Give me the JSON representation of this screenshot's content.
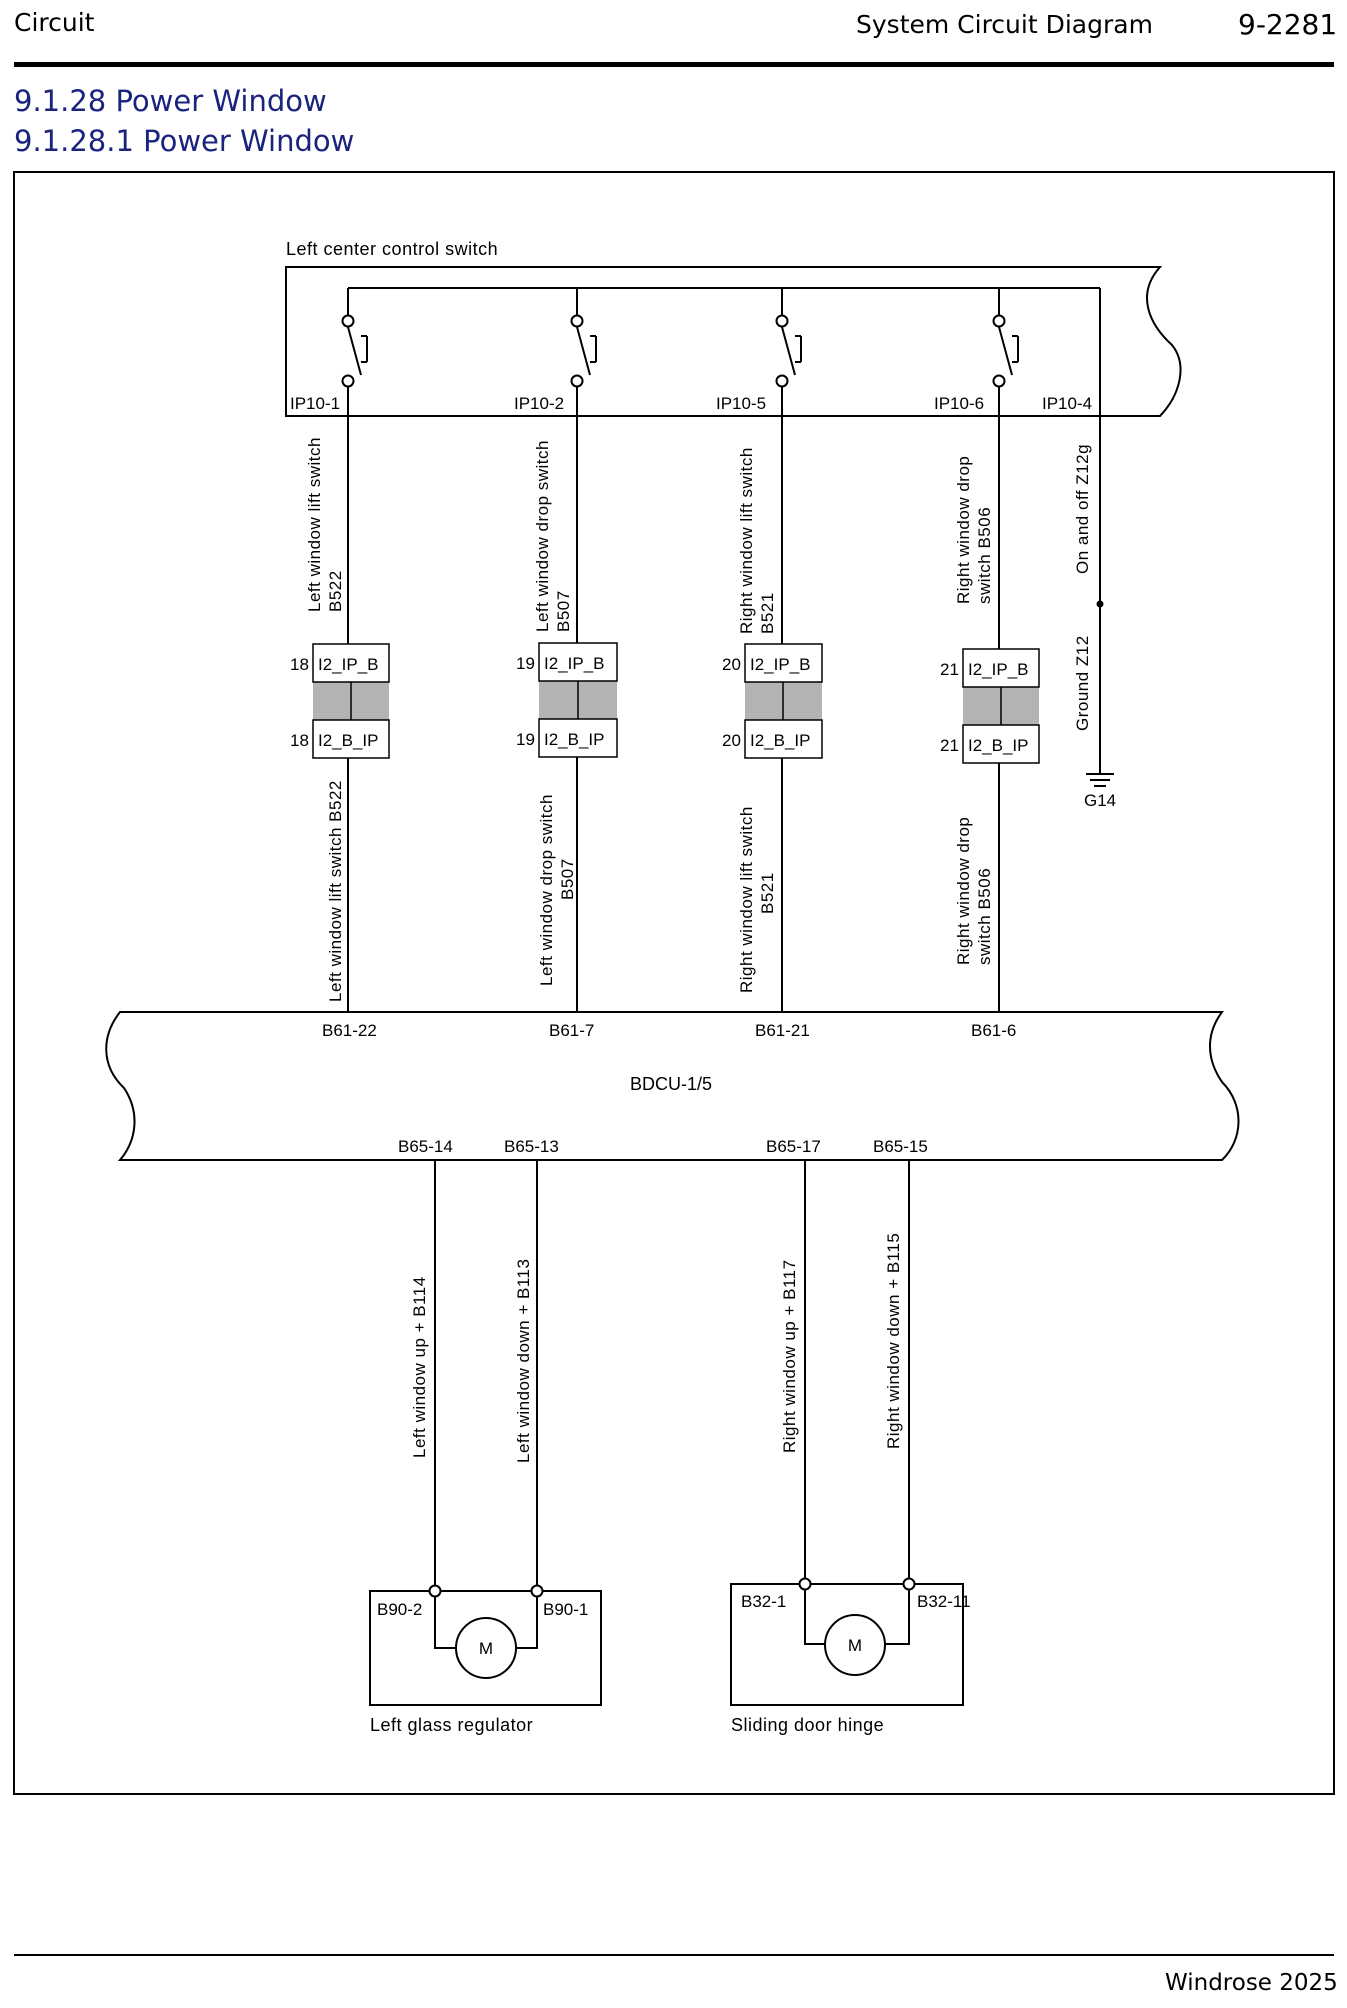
{
  "header": {
    "left": "Circuit",
    "center": "System Circuit Diagram",
    "page_number": "9-2281"
  },
  "sections": {
    "heading1": "9.1.28 Power Window",
    "heading2": "9.1.28.1 Power Window"
  },
  "switch_block": {
    "title": "Left center control switch",
    "pins": [
      "IP10-1",
      "IP10-2",
      "IP10-5",
      "IP10-6",
      "IP10-4"
    ]
  },
  "wires_upper": {
    "w1": [
      "Left window lift switch",
      "B522"
    ],
    "w2": [
      "Left window drop switch",
      "B507"
    ],
    "w3": [
      "Right window lift switch",
      "B521"
    ],
    "w4": [
      "Right window drop",
      "switch B506"
    ],
    "w5": "On and off Z12g",
    "w6": "Ground Z12"
  },
  "connectors": {
    "c1": {
      "num_top": "18",
      "top": "I2_IP_B",
      "num_bottom": "18",
      "bottom": "I2_B_IP"
    },
    "c2": {
      "num_top": "19",
      "top": "I2_IP_B",
      "num_bottom": "19",
      "bottom": "I2_B_IP"
    },
    "c3": {
      "num_top": "20",
      "top": "I2_IP_B",
      "num_bottom": "20",
      "bottom": "I2_B_IP"
    },
    "c4": {
      "num_top": "21",
      "top": "I2_IP_B",
      "num_bottom": "21",
      "bottom": "I2_B_IP"
    }
  },
  "ground": {
    "label": "G14"
  },
  "wires_middle": {
    "w1": "Left window lift switch B522",
    "w2": [
      "Left window drop switch",
      "B507"
    ],
    "w3": [
      "Right window lift switch",
      "B521"
    ],
    "w4": [
      "Right window drop",
      "switch B506"
    ]
  },
  "bdcu": {
    "name": "BDCU-1/5",
    "top_pins": [
      "B61-22",
      "B61-7",
      "B61-21",
      "B61-6"
    ],
    "bottom_pins": [
      "B65-14",
      "B65-13",
      "B65-17",
      "B65-15"
    ]
  },
  "wires_lower": {
    "w1": "Left window up + B114",
    "w2": "Left window down + B113",
    "w3": "Right window up + B117",
    "w4": "Right window down + B115"
  },
  "motors": {
    "left": {
      "pin_left": "B90-2",
      "pin_right": "B90-1",
      "symbol": "M",
      "caption": "Left glass regulator"
    },
    "right": {
      "pin_left": "B32-1",
      "pin_right": "B32-11",
      "symbol": "M",
      "caption": "Sliding door hinge"
    }
  },
  "footer": {
    "text": "Windrose 2025"
  }
}
